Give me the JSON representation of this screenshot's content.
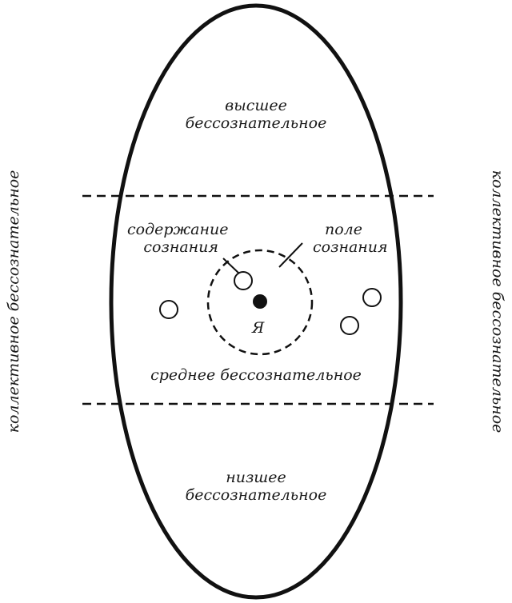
{
  "labels": {
    "higher": [
      "высшее",
      "бессознательное"
    ],
    "middle": "среднее бессознательное",
    "lower": [
      "низшее",
      "бессознательное"
    ],
    "contents": [
      "содержание",
      "сознания"
    ],
    "field": [
      "поле",
      "сознания"
    ],
    "self": "Я",
    "collective_left": "коллективное бессознательное",
    "collective_right": "коллективное бессознательное"
  },
  "colors": {
    "stroke": "#111111",
    "text": "#1a1a1a",
    "background": "#ffffff"
  }
}
